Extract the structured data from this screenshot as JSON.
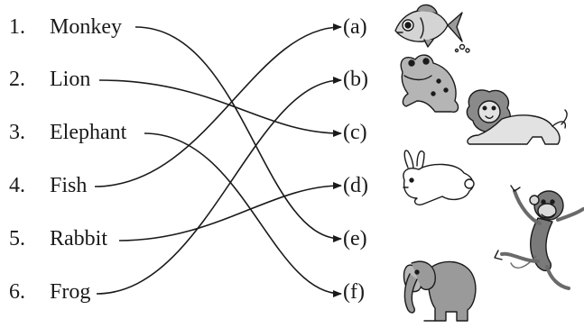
{
  "left_items": [
    {
      "number": "1.",
      "name": "Monkey"
    },
    {
      "number": "2.",
      "name": "Lion"
    },
    {
      "number": "3.",
      "name": "Elephant"
    },
    {
      "number": "4.",
      "name": "Fish"
    },
    {
      "number": "5.",
      "name": "Rabbit"
    },
    {
      "number": "6.",
      "name": "Frog"
    }
  ],
  "right_labels": [
    "(a)",
    "(b)",
    "(c)",
    "(d)",
    "(e)",
    "(f)"
  ],
  "matches": [
    {
      "from": "Monkey",
      "to": "(e)"
    },
    {
      "from": "Lion",
      "to": "(c)"
    },
    {
      "from": "Elephant",
      "to": "(f)"
    },
    {
      "from": "Fish",
      "to": "(a)"
    },
    {
      "from": "Rabbit",
      "to": "(d)"
    },
    {
      "from": "Frog",
      "to": "(b)"
    }
  ],
  "pictures": [
    {
      "label": "(a)",
      "icon": "fish-icon"
    },
    {
      "label": "(b)",
      "icon": "frog-icon"
    },
    {
      "label": "(c)",
      "icon": "lion-icon"
    },
    {
      "label": "(d)",
      "icon": "rabbit-icon"
    },
    {
      "label": "(e)",
      "icon": "monkey-icon"
    },
    {
      "label": "(f)",
      "icon": "elephant-icon"
    }
  ],
  "colors": {
    "ink": "#1a1a1a",
    "shade": "#9a9a9a",
    "light": "#d4d4d4"
  }
}
